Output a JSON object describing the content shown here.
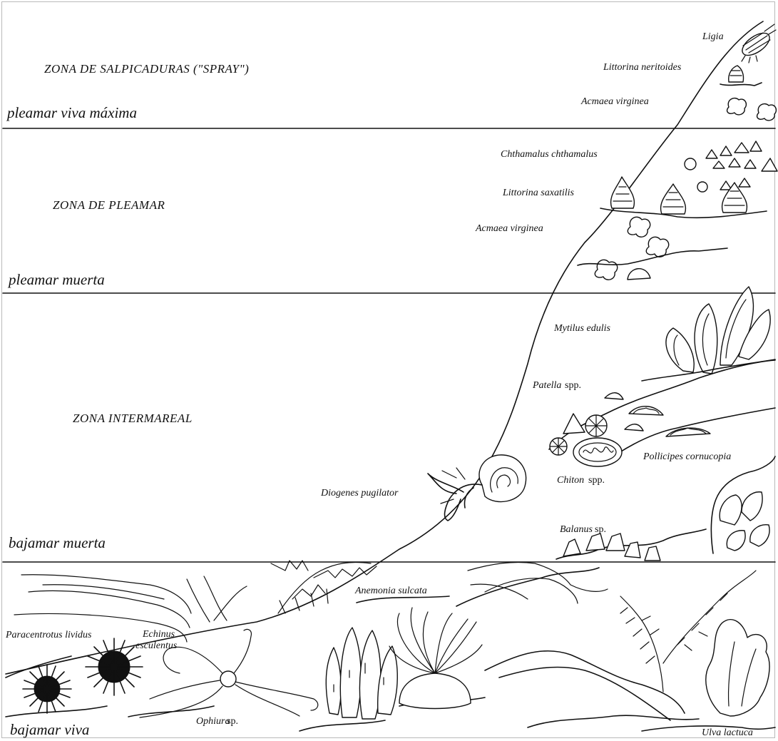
{
  "zones": {
    "spray": "ZONA DE SALPICADURAS (\"SPRAY\")",
    "pleamar": "ZONA DE PLEAMAR",
    "intermareal": "ZONA INTERMAREAL"
  },
  "levels": {
    "pleamar_viva": "pleamar viva máxima",
    "pleamar_muerta": "pleamar muerta",
    "bajamar_muerta": "bajamar muerta",
    "bajamar_viva": "bajamar viva"
  },
  "species": {
    "ligia": "Ligia",
    "littorina_neritoides": "Littorina neritoides",
    "acmaea_virginea_1": "Acmaea virginea",
    "chthamalus": "Chthamalus chthamalus",
    "littorina_saxatilis": "Littorina saxatilis",
    "acmaea_virginea_2": "Acmaea virginea",
    "mytilus": "Mytilus edulis",
    "patella": "Patella",
    "patella_spp": "spp.",
    "diogenes": "Diogenes pugilator",
    "pollicipes": "Pollicipes cornucopia",
    "chiton": "Chiton",
    "chiton_spp": "spp.",
    "balanus": "Balanus",
    "balanus_sp": "sp.",
    "anemonia": "Anemonia sulcata",
    "paracentrotus": "Paracentrotus lividus",
    "echinus_1": "Echinus",
    "echinus_2": "esculentus",
    "ophiura": "Ophiura",
    "ophiura_sp": "sp.",
    "ulva": "Ulva lactuca"
  }
}
